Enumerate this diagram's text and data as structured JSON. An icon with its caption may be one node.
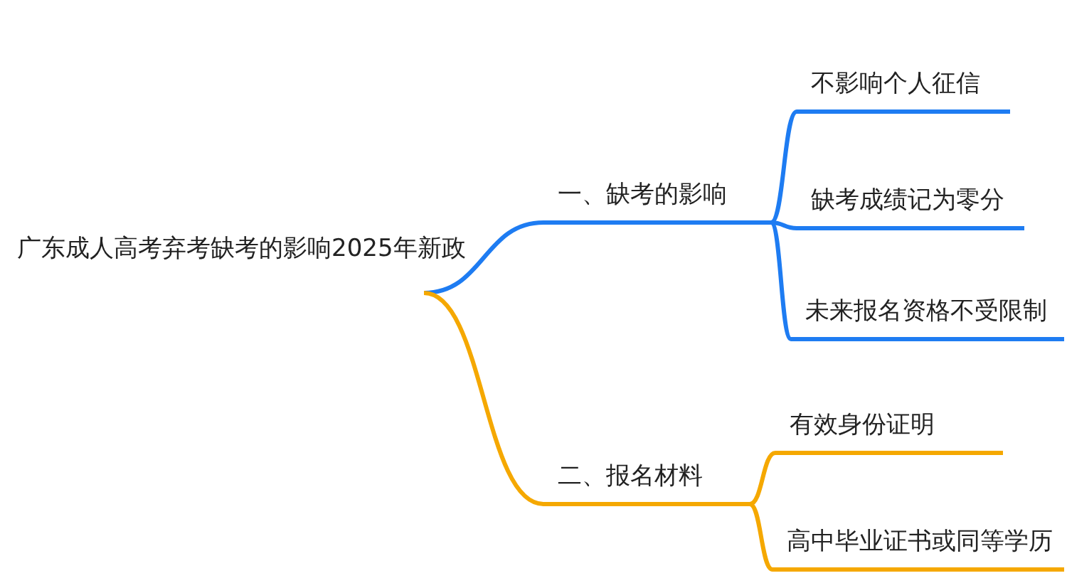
{
  "diagram": {
    "nodes": [
      {
        "text": [
          "广东成人高考弃考缺考的影响2025年新政"
        ]
      },
      {
        "text": [
          "一、缺考的影响"
        ]
      },
      {
        "text": [
          "不影响个人征信"
        ]
      },
      {
        "text": [
          "缺考成绩记为零分"
        ]
      },
      {
        "text": [
          "未来报名资格不受限制"
        ]
      },
      {
        "text": [
          "二、报名材料"
        ]
      },
      {
        "text": [
          "有效身份证明"
        ]
      },
      {
        "text": [
          "高中毕业证书或同等学历"
        ]
      }
    ],
    "edges": [
      {
        "from": 0,
        "to": 1,
        "arrow": "none"
      },
      {
        "from": 1,
        "to": 2,
        "arrow": "none"
      },
      {
        "from": 1,
        "to": 3,
        "arrow": "none"
      },
      {
        "from": 1,
        "to": 4,
        "arrow": "none"
      },
      {
        "from": 0,
        "to": 5,
        "arrow": "none",
        "color": "#f5a800"
      },
      {
        "from": 5,
        "to": 6,
        "arrow": "none",
        "color": "#f5a800"
      },
      {
        "from": 5,
        "to": 7,
        "arrow": "none",
        "color": "#f5a800"
      }
    ]
  }
}
